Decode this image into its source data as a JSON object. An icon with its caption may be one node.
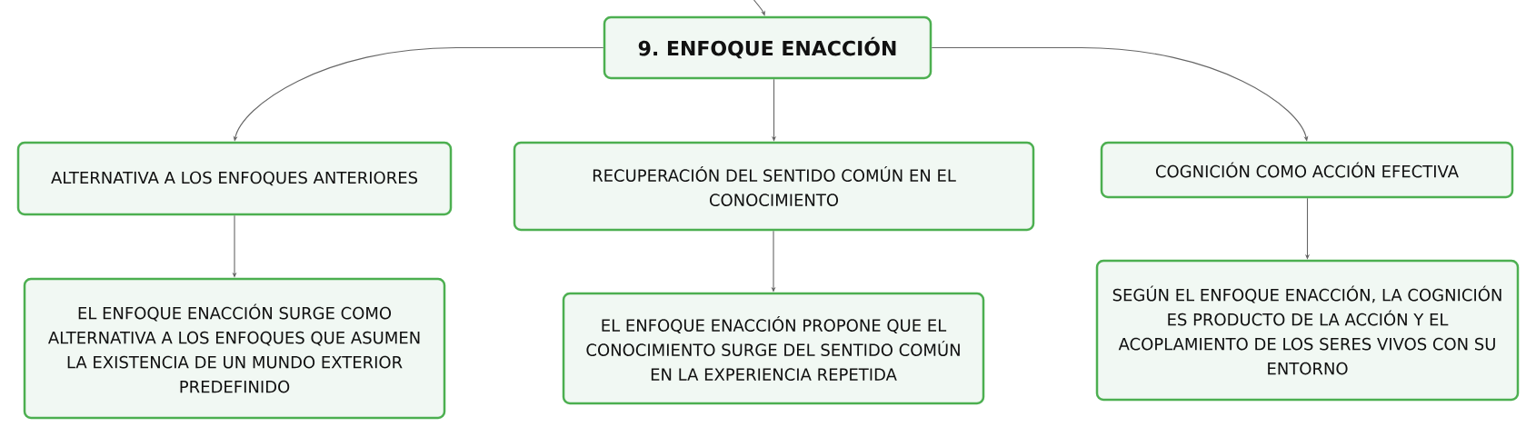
{
  "diagram": {
    "nodes": [
      {
        "text": [
          "9. ENFOQUE ENACCIÓN"
        ]
      },
      {
        "text": [
          "ALTERNATIVA A LOS ENFOQUES ANTERIORES"
        ]
      },
      {
        "text": [
          "RECUPERACIÓN DEL SENTIDO COMÚN EN EL CONOCIMIENTO"
        ]
      },
      {
        "text": [
          "COGNICIÓN COMO ACCIÓN EFECTIVA"
        ]
      },
      {
        "text": [
          "EL ENFOQUE ENACCIÓN SURGE COMO ALTERNATIVA A LOS ENFOQUES QUE ASUMEN LA EXISTENCIA DE UN MUNDO EXTERIOR PREDEFINIDO"
        ]
      },
      {
        "text": [
          "EL ENFOQUE ENACCIÓN PROPONE QUE EL CONOCIMIENTO SURGE DEL SENTIDO COMÚN EN LA EXPERIENCIA REPETIDA"
        ]
      },
      {
        "text": [
          "SEGÚN EL ENFOQUE ENACCIÓN, LA COGNICIÓN ES PRODUCTO DE LA ACCIÓN Y EL ACOPLAMIENTO DE LOS SERES VIVOS CON SU ENTORNO"
        ]
      }
    ],
    "edges": [
      {
        "from": null,
        "to": 0,
        "arrow": "to"
      },
      {
        "from": 0,
        "to": 1,
        "arrow": "to"
      },
      {
        "from": 0,
        "to": 2,
        "arrow": "to"
      },
      {
        "from": 0,
        "to": 3,
        "arrow": "to"
      },
      {
        "from": 1,
        "to": 4,
        "arrow": "to"
      },
      {
        "from": 2,
        "to": 5,
        "arrow": "to"
      },
      {
        "from": 3,
        "to": 6,
        "arrow": "to"
      }
    ]
  }
}
